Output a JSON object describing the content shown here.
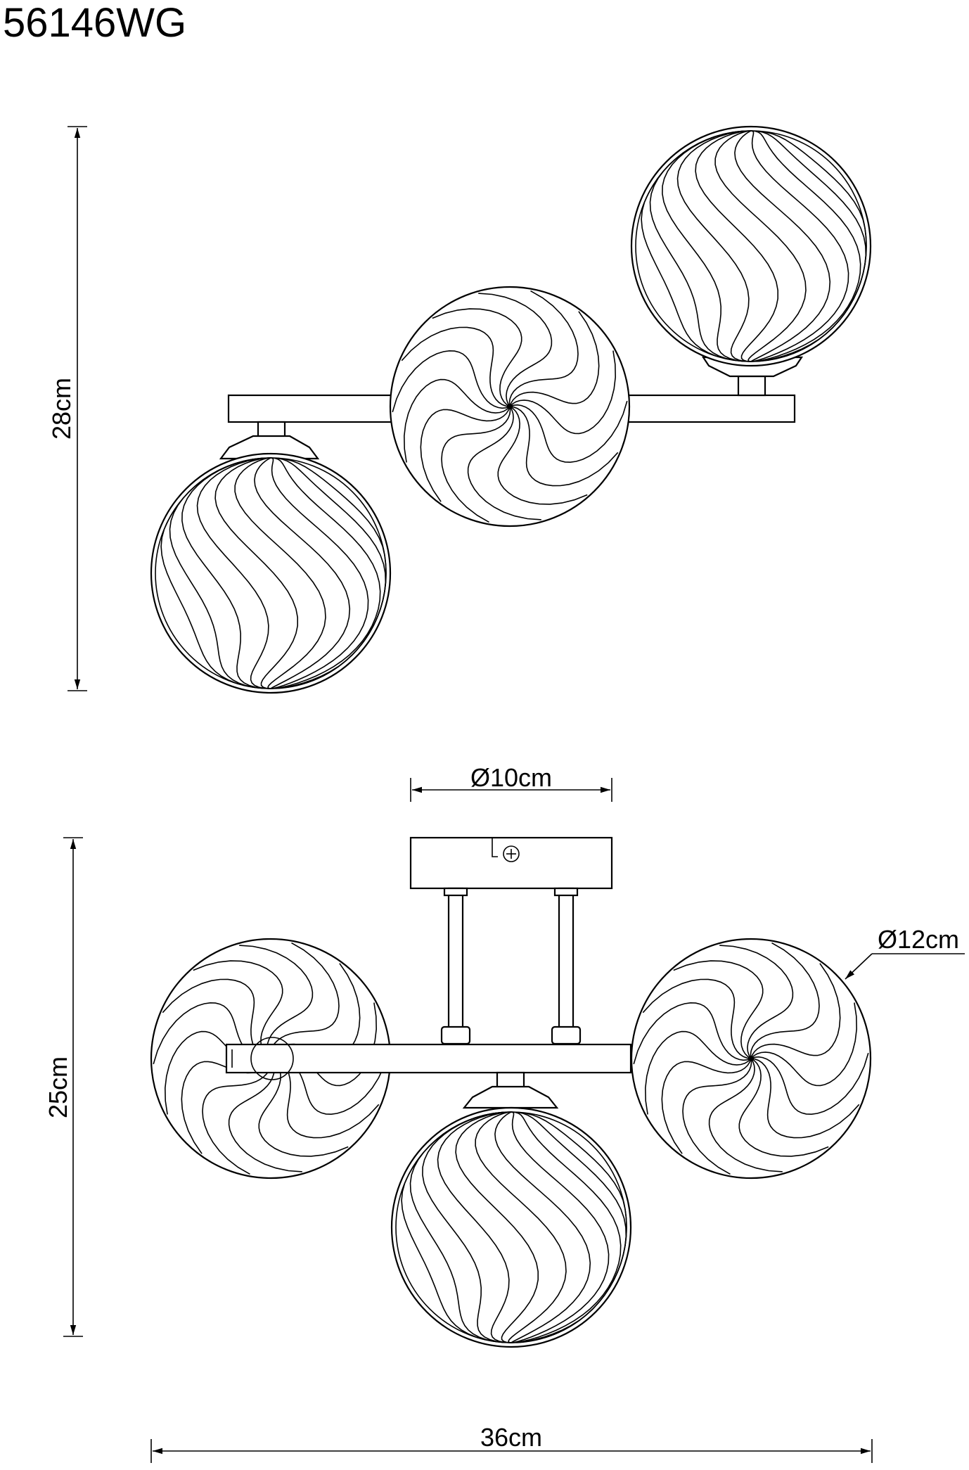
{
  "title": "56146WG",
  "dimensions": {
    "height_top_view": "28cm",
    "base_diameter": "Ø10cm",
    "height_side_view": "25cm",
    "globe_diameter": "Ø12cm",
    "total_width": "36cm"
  }
}
